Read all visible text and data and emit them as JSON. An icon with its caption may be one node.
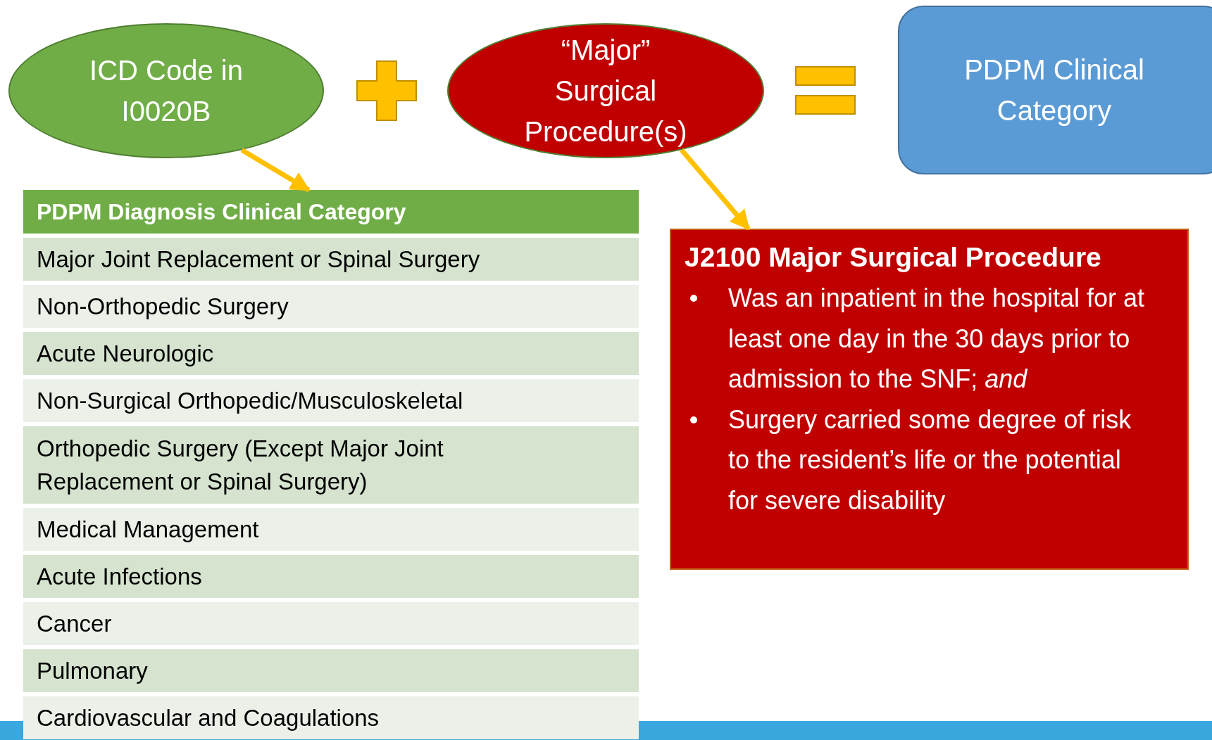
{
  "diagram": {
    "nodes": [
      {
        "text": [
          "ICD Code in I0020B"
        ]
      },
      {
        "text": [
          "“Major” Surgical Procedure(s)"
        ]
      },
      {
        "text": [
          "PDPM Clinical Category"
        ]
      },
      {
        "text": [
          "PDPM Diagnosis Clinical Category"
        ]
      },
      {
        "text": [
          "J2100 Major Surgical Procedure",
          "Was an inpatient in the hospital for at least one day in the 30 days prior to admission to the SNF; *and*",
          "Surgery carried some degree of risk to the resident’s life or the potential for severe disability"
        ]
      }
    ],
    "edges": [
      {
        "from": 0,
        "to": 3,
        "arrow": "to",
        "color": "#ffc000"
      },
      {
        "from": 1,
        "to": 4,
        "arrow": "to",
        "color": "#ffc000"
      }
    ],
    "labels": [
      "Major Joint Replacement or Spinal Surgery",
      "Non-Orthopedic Surgery",
      "Acute Neurologic",
      "Non-Surgical Orthopedic/Musculoskeletal",
      "Orthopedic Surgery (Except Major Joint Replacement or Spinal Surgery)",
      "Medical Management",
      "Acute Infections",
      "Cancer",
      "Pulmonary",
      "Cardiovascular and Coagulations"
    ]
  }
}
